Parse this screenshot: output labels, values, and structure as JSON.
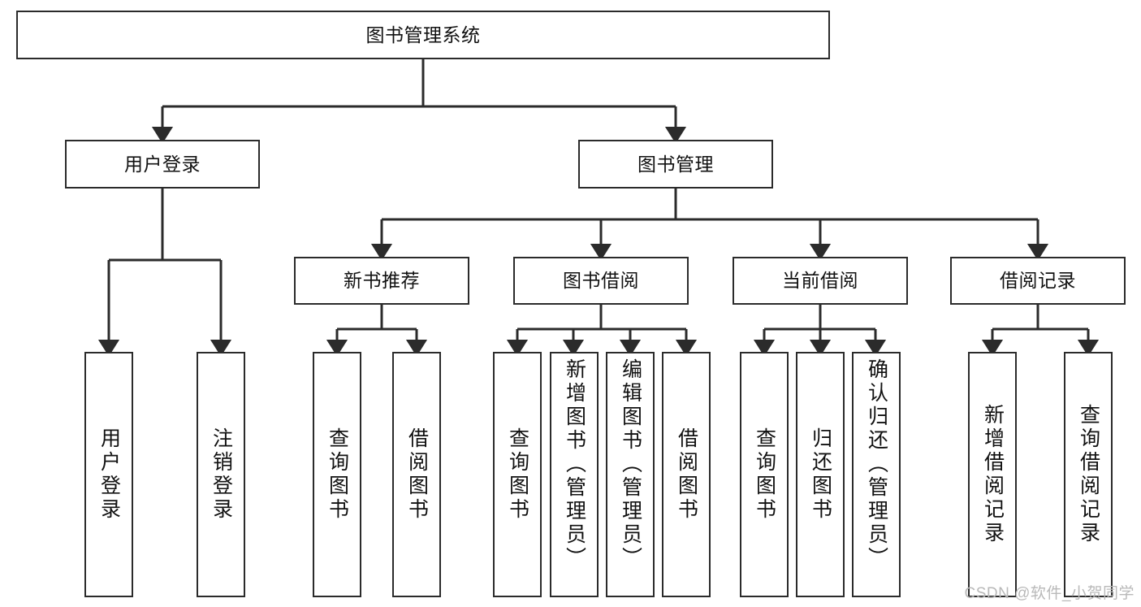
{
  "diagram": {
    "title": "图书管理系统",
    "type": "hierarchy-tree",
    "orientation": "top-down",
    "line_color": "#2b2b2b",
    "box_fill": "#ffffff",
    "box_border": "#2b2b2b",
    "watermark": "CSDN @软件_小贺同学",
    "nodes": {
      "root": {
        "label": "图书管理系统",
        "level": 0
      },
      "user_login": {
        "label": "用户登录",
        "level": 1
      },
      "book_manage": {
        "label": "图书管理",
        "level": 1
      },
      "new_book_rec": {
        "label": "新书推荐",
        "level": 2
      },
      "book_borrow": {
        "label": "图书借阅",
        "level": 2
      },
      "current_borrow": {
        "label": "当前借阅",
        "level": 2
      },
      "borrow_record": {
        "label": "借阅记录",
        "level": 2
      },
      "leaf_user_login": {
        "label": "用户登录",
        "level": 3
      },
      "leaf_logout": {
        "label": "注销登录",
        "level": 3
      },
      "leaf_query_book_1": {
        "label": "查询图书",
        "level": 3
      },
      "leaf_borrow_book_1": {
        "label": "借阅图书",
        "level": 3
      },
      "leaf_query_book_2": {
        "label": "查询图书",
        "level": 3
      },
      "leaf_add_book": {
        "label": "新增图书（管理员）",
        "level": 3
      },
      "leaf_edit_book": {
        "label": "编辑图书（管理员）",
        "level": 3
      },
      "leaf_borrow_book_2": {
        "label": "借阅图书",
        "level": 3
      },
      "leaf_query_book_3": {
        "label": "查询图书",
        "level": 3
      },
      "leaf_return_book": {
        "label": "归还图书",
        "level": 3
      },
      "leaf_confirm_return": {
        "label": "确认归还（管理员）",
        "level": 3
      },
      "leaf_add_record": {
        "label": "新增借阅记录",
        "level": 3
      },
      "leaf_query_record": {
        "label": "查询借阅记录",
        "level": 3
      }
    },
    "edges": [
      {
        "from": "root",
        "to": "user_login"
      },
      {
        "from": "root",
        "to": "book_manage"
      },
      {
        "from": "book_manage",
        "to": "new_book_rec"
      },
      {
        "from": "book_manage",
        "to": "book_borrow"
      },
      {
        "from": "book_manage",
        "to": "current_borrow"
      },
      {
        "from": "book_manage",
        "to": "borrow_record"
      },
      {
        "from": "user_login",
        "to": "leaf_user_login"
      },
      {
        "from": "user_login",
        "to": "leaf_logout"
      },
      {
        "from": "new_book_rec",
        "to": "leaf_query_book_1"
      },
      {
        "from": "new_book_rec",
        "to": "leaf_borrow_book_1"
      },
      {
        "from": "book_borrow",
        "to": "leaf_query_book_2"
      },
      {
        "from": "book_borrow",
        "to": "leaf_add_book"
      },
      {
        "from": "book_borrow",
        "to": "leaf_edit_book"
      },
      {
        "from": "book_borrow",
        "to": "leaf_borrow_book_2"
      },
      {
        "from": "current_borrow",
        "to": "leaf_query_book_3"
      },
      {
        "from": "current_borrow",
        "to": "leaf_return_book"
      },
      {
        "from": "current_borrow",
        "to": "leaf_confirm_return"
      },
      {
        "from": "borrow_record",
        "to": "leaf_add_record"
      },
      {
        "from": "borrow_record",
        "to": "leaf_query_record"
      }
    ]
  }
}
